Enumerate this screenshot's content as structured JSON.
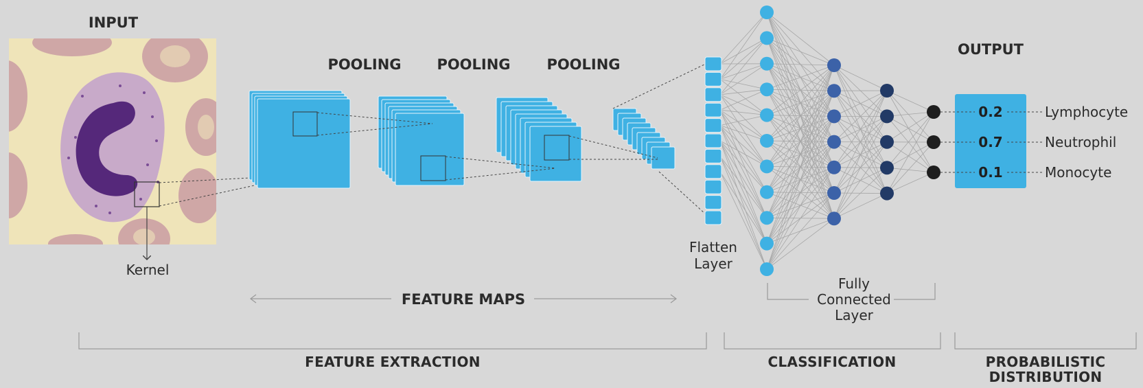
{
  "headers": {
    "input": "INPUT",
    "pooling": [
      "POOLING",
      "POOLING",
      "POOLING"
    ],
    "output": "OUTPUT"
  },
  "labels": {
    "kernel": "Kernel",
    "feature_maps": "FEATURE MAPS",
    "flatten": [
      "Flatten",
      "Layer"
    ],
    "fully_connected": [
      "Fully",
      "Connected",
      "Layer"
    ]
  },
  "sections": {
    "extraction": "FEATURE EXTRACTION",
    "classification": "CLASSIFICATION",
    "probabilistic": [
      "PROBABILISTIC",
      "DISTRIBUTION"
    ]
  },
  "outputs": [
    {
      "value": "0.2",
      "class": "Lymphocyte"
    },
    {
      "value": "0.7",
      "class": "Neutrophil"
    },
    {
      "value": "0.1",
      "class": "Monocyte"
    }
  ],
  "network": {
    "flatten_units": 11,
    "layer1_units": 11,
    "layer2_units": 7,
    "layer3_units": 5,
    "output_units": 3
  },
  "colors": {
    "background": "#d8d8d8",
    "feature_map": "#3fb1e3",
    "neuron_light": "#3fb1e3",
    "neuron_mid": "#3c62a8",
    "neuron_dark": "#223a66",
    "neuron_out": "#1e1e1e",
    "cell_background": "#efe4b9",
    "rbc": "#c9a3a3",
    "nucleus": "#55287a"
  }
}
